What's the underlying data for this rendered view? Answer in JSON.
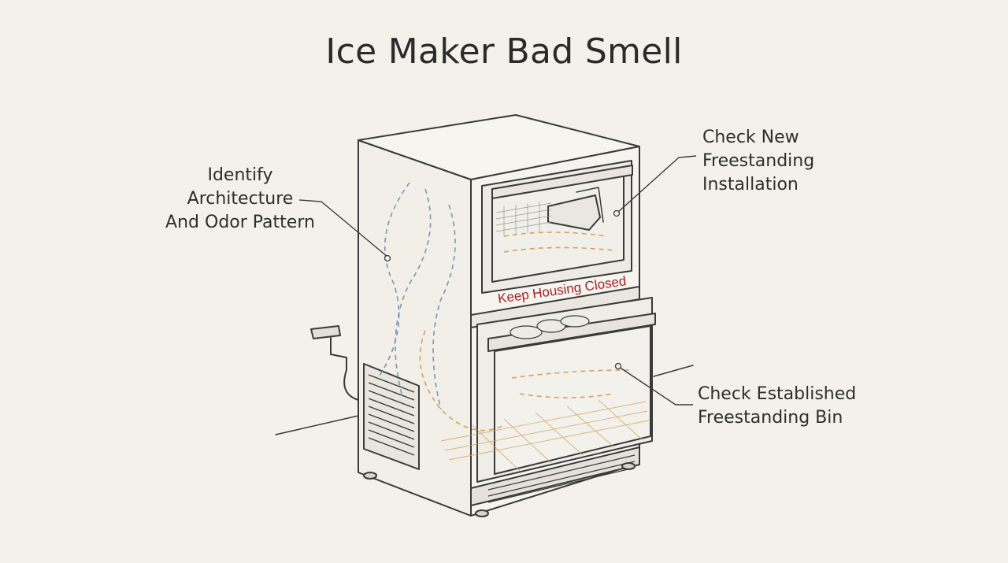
{
  "title": "Ice Maker Bad Smell",
  "callouts": {
    "left": {
      "lines": [
        "Identify",
        "Architecture",
        "And Odor Pattern"
      ]
    },
    "top_right": {
      "lines": [
        "Check New",
        "Freestanding",
        "Installation"
      ]
    },
    "bottom_right": {
      "lines": [
        "Check Established",
        "Freestanding Bin"
      ]
    }
  },
  "panel_label": "Keep Housing Closed",
  "colors": {
    "background": "#f3f1ea",
    "ink": "#3a3a3a",
    "warning_text": "#a3222a",
    "airflow_blue": "#7f95b8",
    "airflow_orange": "#d9a15a"
  }
}
